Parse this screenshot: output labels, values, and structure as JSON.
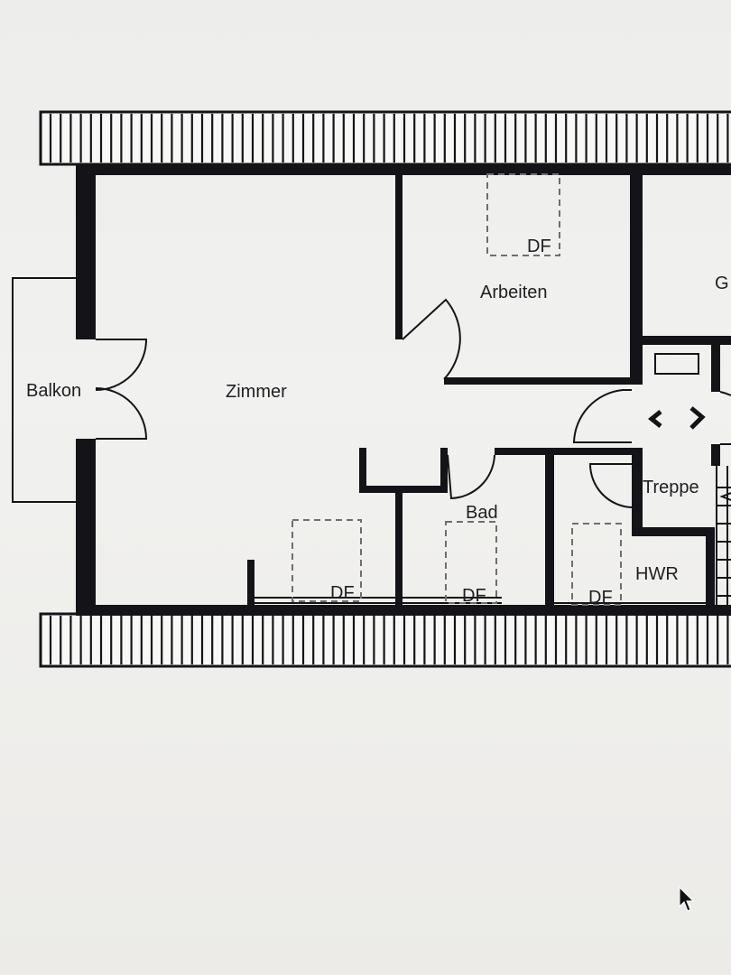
{
  "rooms": {
    "balkon": "Balkon",
    "zimmer": "Zimmer",
    "arbeiten": "Arbeiten",
    "bad": "Bad",
    "treppe": "Treppe",
    "hwr": "HWR",
    "cut_off_room": "G"
  },
  "skylight_labels": [
    "DF",
    "DF",
    "DF",
    "DF"
  ],
  "icons": [
    "roof-tile-band-icon",
    "stair-arrow-icon",
    "mouse-pointer-icon"
  ]
}
